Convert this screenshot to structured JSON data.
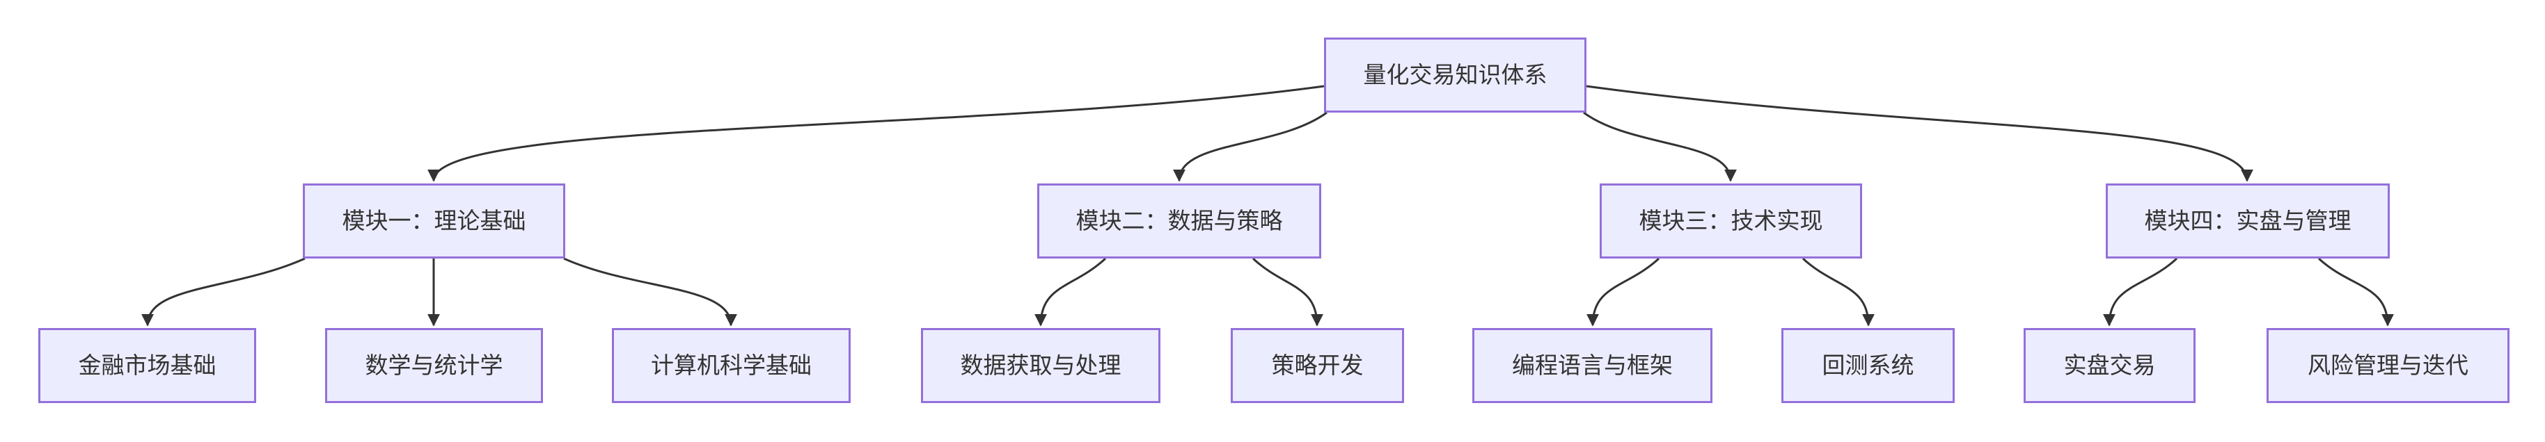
{
  "diagram": {
    "type": "flowchart",
    "orientation": "top-down",
    "root": {
      "label": "量化交易知识体系"
    },
    "modules": [
      {
        "label": "模块一：理论基础"
      },
      {
        "label": "模块二：数据与策略"
      },
      {
        "label": "模块三：技术实现"
      },
      {
        "label": "模块四：实盘与管理"
      }
    ],
    "leaves": [
      {
        "label": "金融市场基础",
        "parent": "模块一：理论基础"
      },
      {
        "label": "数学与统计学",
        "parent": "模块一：理论基础"
      },
      {
        "label": "计算机科学基础",
        "parent": "模块一：理论基础"
      },
      {
        "label": "数据获取与处理",
        "parent": "模块二：数据与策略"
      },
      {
        "label": "策略开发",
        "parent": "模块二：数据与策略"
      },
      {
        "label": "编程语言与框架",
        "parent": "模块三：技术实现"
      },
      {
        "label": "回测系统",
        "parent": "模块三：技术实现"
      },
      {
        "label": "实盘交易",
        "parent": "模块四：实盘与管理"
      },
      {
        "label": "风险管理与迭代",
        "parent": "模块四：实盘与管理"
      }
    ],
    "edges": [
      {
        "from": "量化交易知识体系",
        "to": "模块一：理论基础"
      },
      {
        "from": "量化交易知识体系",
        "to": "模块二：数据与策略"
      },
      {
        "from": "量化交易知识体系",
        "to": "模块三：技术实现"
      },
      {
        "from": "量化交易知识体系",
        "to": "模块四：实盘与管理"
      },
      {
        "from": "模块一：理论基础",
        "to": "金融市场基础"
      },
      {
        "from": "模块一：理论基础",
        "to": "数学与统计学"
      },
      {
        "from": "模块一：理论基础",
        "to": "计算机科学基础"
      },
      {
        "from": "模块二：数据与策略",
        "to": "数据获取与处理"
      },
      {
        "from": "模块二：数据与策略",
        "to": "策略开发"
      },
      {
        "from": "模块三：技术实现",
        "to": "编程语言与框架"
      },
      {
        "from": "模块三：技术实现",
        "to": "回测系统"
      },
      {
        "from": "模块四：实盘与管理",
        "to": "实盘交易"
      },
      {
        "from": "模块四：实盘与管理",
        "to": "风险管理与迭代"
      }
    ],
    "colors": {
      "node_fill": "#ECECFF",
      "node_border": "#9370DB",
      "edge": "#333333",
      "text": "#333333",
      "background": "#FFFFFF"
    }
  }
}
